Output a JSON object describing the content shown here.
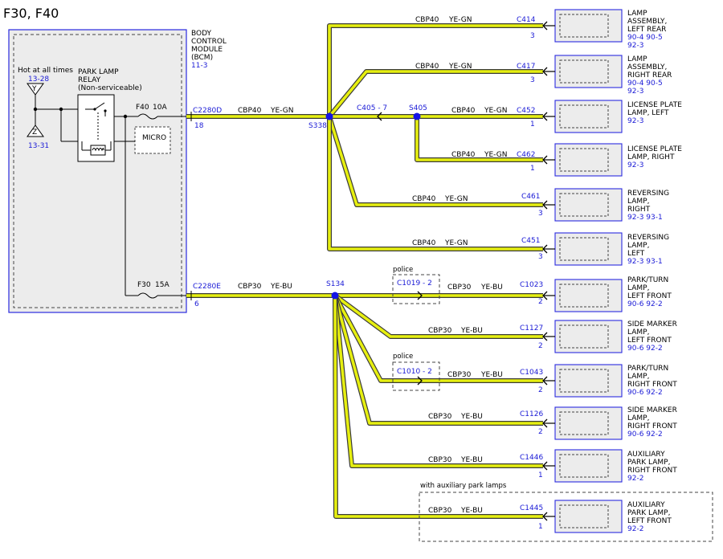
{
  "title": "F30, F40",
  "bcm": {
    "label_lines": [
      "BODY",
      "CONTROL",
      "MODULE",
      "(BCM)"
    ],
    "ref": "11-3",
    "hot_label": "Hot at all times",
    "hot_ref_top": "13-28",
    "hot_ref_bottom": "13-31",
    "pin_y": "Y",
    "pin_z": "Z",
    "relay_lines": [
      "PARK LAMP",
      "RELAY",
      "(Non-serviceable)"
    ],
    "micro": "MICRO",
    "fuse_f40": "F40",
    "fuse_f40_amp": "10A",
    "fuse_f30": "F30",
    "fuse_f30_amp": "15A"
  },
  "trunks": [
    {
      "connector": "C2280D",
      "pin": "18",
      "circuit": "CBP40",
      "color": "YE-GN",
      "splice": "S338"
    },
    {
      "connector": "C2280E",
      "pin": "6",
      "circuit": "CBP30",
      "color": "YE-BU",
      "splice": "S134"
    }
  ],
  "splice_s405": {
    "label": "S405",
    "inline": "C405 - 7"
  },
  "rear_branches": [
    {
      "circuit": "CBP40",
      "color": "YE-GN",
      "connector": "C414",
      "pin": "3",
      "lamp": [
        "LAMP",
        "ASSEMBLY,",
        "LEFT REAR"
      ],
      "refs": [
        "90-4   90-5",
        "92-3"
      ]
    },
    {
      "circuit": "CBP40",
      "color": "YE-GN",
      "connector": "C417",
      "pin": "3",
      "lamp": [
        "LAMP",
        "ASSEMBLY,",
        "RIGHT REAR"
      ],
      "refs": [
        "90-4   90-5",
        "92-3"
      ]
    },
    {
      "circuit": "CBP40",
      "color": "YE-GN",
      "connector": "C452",
      "pin": "1",
      "lamp": [
        "LICENSE PLATE",
        "LAMP, LEFT"
      ],
      "refs": [
        "92-3"
      ]
    },
    {
      "circuit": "CBP40",
      "color": "YE-GN",
      "connector": "C462",
      "pin": "1",
      "lamp": [
        "LICENSE PLATE",
        "LAMP, RIGHT"
      ],
      "refs": [
        "92-3"
      ]
    },
    {
      "circuit": "CBP40",
      "color": "YE-GN",
      "connector": "C461",
      "pin": "3",
      "lamp": [
        "REVERSING",
        "LAMP,",
        "RIGHT"
      ],
      "refs": [
        "92-3   93-1"
      ]
    },
    {
      "circuit": "CBP40",
      "color": "YE-GN",
      "connector": "C451",
      "pin": "3",
      "lamp": [
        "REVERSING",
        "LAMP,",
        "LEFT"
      ],
      "refs": [
        "92-3   93-1"
      ]
    }
  ],
  "front_branches": [
    {
      "circuit": "CBP30",
      "color": "YE-BU",
      "connector": "C1023",
      "pin": "2",
      "lamp": [
        "PARK/TURN",
        "LAMP,",
        "LEFT FRONT"
      ],
      "refs": [
        "90-6   92-2"
      ],
      "inline_label": "police",
      "inline": "C1019 - 2"
    },
    {
      "circuit": "CBP30",
      "color": "YE-BU",
      "connector": "C1127",
      "pin": "2",
      "lamp": [
        "SIDE MARKER",
        "LAMP,",
        "LEFT FRONT"
      ],
      "refs": [
        "90-6   92-2"
      ]
    },
    {
      "circuit": "CBP30",
      "color": "YE-BU",
      "connector": "C1043",
      "pin": "2",
      "lamp": [
        "PARK/TURN",
        "LAMP,",
        "RIGHT FRONT"
      ],
      "refs": [
        "90-6   92-2"
      ],
      "inline_label": "police",
      "inline": "C1010 - 2"
    },
    {
      "circuit": "CBP30",
      "color": "YE-BU",
      "connector": "C1126",
      "pin": "2",
      "lamp": [
        "SIDE MARKER",
        "LAMP,",
        "RIGHT FRONT"
      ],
      "refs": [
        "90-6   92-2"
      ]
    },
    {
      "circuit": "CBP30",
      "color": "YE-BU",
      "connector": "C1446",
      "pin": "1",
      "lamp": [
        "AUXILIARY",
        "PARK LAMP,",
        "RIGHT FRONT"
      ],
      "refs": [
        "92-2"
      ]
    },
    {
      "circuit": "CBP30",
      "color": "YE-BU",
      "connector": "C1445",
      "pin": "1",
      "lamp": [
        "AUXILIARY",
        "PARK LAMP,",
        "LEFT FRONT"
      ],
      "refs": [
        "92-2"
      ],
      "group_label": "with auxiliary park lamps"
    }
  ],
  "colors": {
    "wire_fill": "#e6ef10",
    "wire_edge": "#3a3a3a",
    "module_border": "#2a2ae0",
    "module_fill": "#ececec",
    "ref_text": "#1a1ad6",
    "splice_dot": "#1414e6"
  }
}
